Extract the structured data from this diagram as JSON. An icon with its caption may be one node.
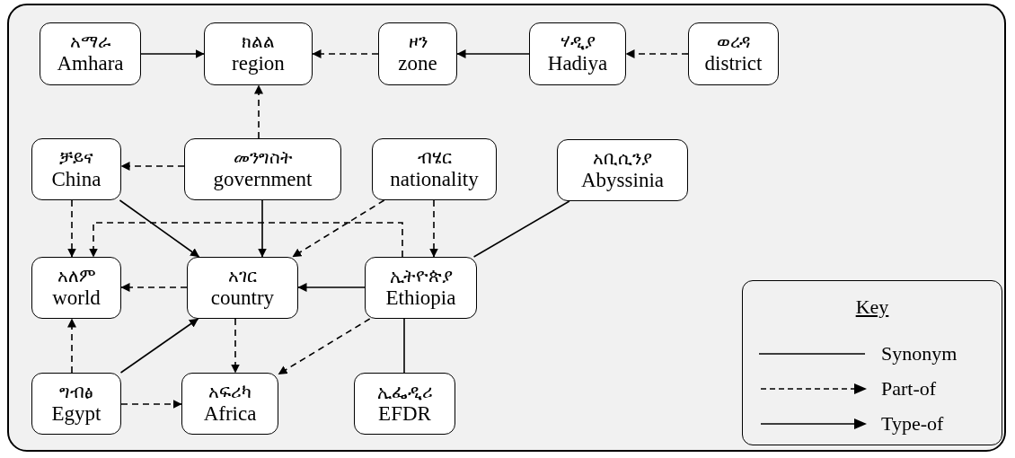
{
  "diagram": {
    "nodes": [
      {
        "text": [
          "አማራ",
          "Amhara"
        ]
      },
      {
        "text": [
          "ክልል",
          "region"
        ]
      },
      {
        "text": [
          "ዞን",
          "zone"
        ]
      },
      {
        "text": [
          "ሃዲያ",
          "Hadiya"
        ]
      },
      {
        "text": [
          "ወረዳ",
          "district"
        ]
      },
      {
        "text": [
          "ቻይና",
          "China"
        ]
      },
      {
        "text": [
          "መንግስት",
          "government"
        ]
      },
      {
        "text": [
          "ብሄር",
          "nationality"
        ]
      },
      {
        "text": [
          "አቢሲንያ",
          "Abyssinia"
        ]
      },
      {
        "text": [
          "አለም",
          "world"
        ]
      },
      {
        "text": [
          "አገር",
          "country"
        ]
      },
      {
        "text": [
          "ኢትዮጵያ",
          "Ethiopia"
        ]
      },
      {
        "text": [
          "ግብፅ",
          "Egypt"
        ]
      },
      {
        "text": [
          "አፍሪካ",
          "Africa"
        ]
      },
      {
        "text": [
          "ኢፌዲሪ",
          "EFDR"
        ]
      }
    ],
    "edges": [
      {
        "from": 0,
        "to": 1,
        "arrow": "to"
      },
      {
        "from": 2,
        "to": 1,
        "arrow": "to",
        "style": "dashed"
      },
      {
        "from": 3,
        "to": 2,
        "arrow": "to"
      },
      {
        "from": 4,
        "to": 3,
        "arrow": "to",
        "style": "dashed"
      },
      {
        "from": 6,
        "to": 1,
        "arrow": "to",
        "style": "dashed"
      },
      {
        "from": 6,
        "to": 5,
        "arrow": "to",
        "style": "dashed"
      },
      {
        "from": 5,
        "to": 9,
        "arrow": "to",
        "style": "dashed"
      },
      {
        "from": 5,
        "to": 10,
        "arrow": "to"
      },
      {
        "from": 6,
        "to": 10,
        "arrow": "to"
      },
      {
        "from": 7,
        "to": 10,
        "arrow": "to",
        "style": "dashed"
      },
      {
        "from": 7,
        "to": 11,
        "arrow": "to",
        "style": "dashed"
      },
      {
        "from": 11,
        "to": 9,
        "arrow": "to",
        "style": "dashed"
      },
      {
        "from": 8,
        "to": 11,
        "arrow": "none"
      },
      {
        "from": 10,
        "to": 9,
        "arrow": "to",
        "style": "dashed"
      },
      {
        "from": 11,
        "to": 10,
        "arrow": "to"
      },
      {
        "from": 11,
        "to": 13,
        "arrow": "to",
        "style": "dashed"
      },
      {
        "from": 10,
        "to": 13,
        "arrow": "to",
        "style": "dashed"
      },
      {
        "from": 12,
        "to": 9,
        "arrow": "to",
        "style": "dashed"
      },
      {
        "from": 12,
        "to": 10,
        "arrow": "to"
      },
      {
        "from": 12,
        "to": 13,
        "arrow": "to",
        "style": "dashed"
      },
      {
        "from": 11,
        "to": 14,
        "arrow": "none"
      }
    ],
    "labels": [
      "Key"
    ],
    "legend": [
      {
        "text": "Synonym"
      },
      {
        "text": "Part-of"
      },
      {
        "text": "Type-of"
      }
    ]
  }
}
